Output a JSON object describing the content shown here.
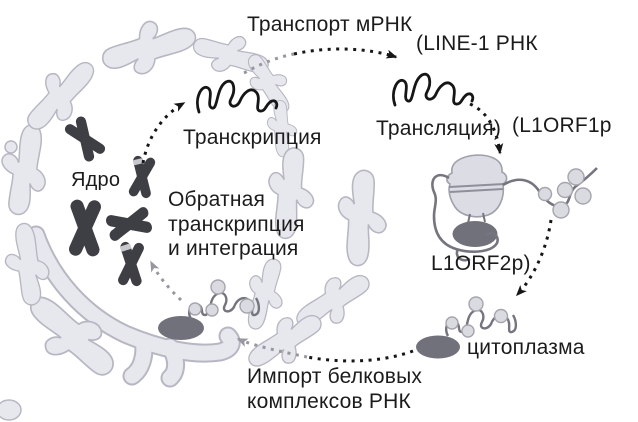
{
  "figure": {
    "title_hint": "LINE-1 retrotransposon life cycle diagram",
    "labels": {
      "transport": "Транспорт мРНК",
      "line1_rna": "(LINE-1 РНК",
      "transcription": "Транскрипция",
      "translation": "Трансляция)",
      "orf1": "(L1ORF1p",
      "nucleus": "Ядро",
      "reverse_line1": "Обратная",
      "reverse_line2": "транскрипция",
      "reverse_line3": "и интеграция",
      "orf2": "L1ORF2p)",
      "cytoplasm": "цитоплазма",
      "import_line1": "Импорт белковых",
      "import_line2": "комплексов РНК"
    },
    "colors": {
      "background": "#ffffff",
      "envelope_fill": "#e7e7ee",
      "envelope_stroke": "#b7b7c3",
      "chromosome": "#3e3e45",
      "chromosome_band": "#c7c7ce",
      "rna_black": "#161616",
      "protein_dark": "#71717b",
      "ribosome_fill": "#dcdce4",
      "ribosome_stroke": "#9fa0ab",
      "orf1_circle_fill": "#dadae1",
      "orf1_circle_stroke": "#a5a5af",
      "rna_strand_gray": "#75757f",
      "arrow_black": "#161616",
      "arrow_gray": "#97979f",
      "text": "#1b1b1b"
    }
  }
}
